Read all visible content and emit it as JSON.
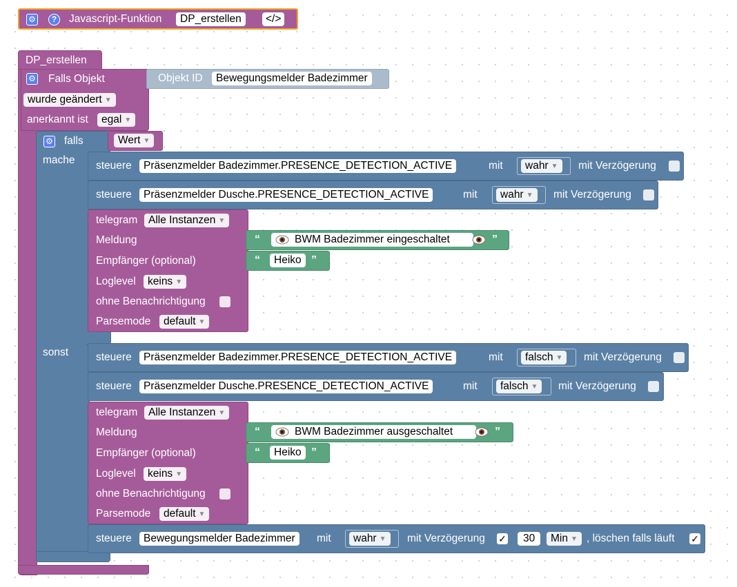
{
  "header": {
    "title": "Javascript-Funktion",
    "func_name": "DP_erstellen",
    "code_label": "</>"
  },
  "function": {
    "name": "DP_erstellen"
  },
  "trigger": {
    "label": "Falls Objekt",
    "object_id_label": "Objekt ID",
    "object_id_value": "Bewegungsmelder Badezimmer",
    "changed_dropdown": "wurde geändert",
    "ack_label": "anerkannt ist",
    "ack_dropdown": "egal"
  },
  "if_block": {
    "falls_label": "falls",
    "condition_dropdown": "Wert",
    "mache_label": "mache",
    "sonst_label": "sonst"
  },
  "then": {
    "control1": {
      "prefix": "steuere",
      "object": "Präsenzmelder Badezimmer.PRESENCE_DETECTION_ACTIVE",
      "with": "mit",
      "value": "wahr",
      "delay_label": "mit Verzögerung"
    },
    "control2": {
      "prefix": "steuere",
      "object": "Präsenzmelder Dusche.PRESENCE_DETECTION_ACTIVE",
      "with": "mit",
      "value": "wahr",
      "delay_label": "mit Verzögerung"
    },
    "telegram": {
      "label": "telegram",
      "instance": "Alle Instanzen",
      "message_label": "Meldung",
      "message_text": "BWM Badezimmer eingeschaltet",
      "recipient_label": "Empfänger (optional)",
      "recipient_value": "Heiko",
      "loglevel_label": "Loglevel",
      "loglevel_value": "keins",
      "silent_label": "ohne Benachrichtigung",
      "parsemode_label": "Parsemode",
      "parsemode_value": "default"
    }
  },
  "else": {
    "control1": {
      "prefix": "steuere",
      "object": "Präsenzmelder Badezimmer.PRESENCE_DETECTION_ACTIVE",
      "with": "mit",
      "value": "falsch",
      "delay_label": "mit Verzögerung"
    },
    "control2": {
      "prefix": "steuere",
      "object": "Präsenzmelder Dusche.PRESENCE_DETECTION_ACTIVE",
      "with": "mit",
      "value": "falsch",
      "delay_label": "mit Verzögerung"
    },
    "telegram": {
      "label": "telegram",
      "instance": "Alle Instanzen",
      "message_label": "Meldung",
      "message_text": "BWM Badezimmer ausgeschaltet",
      "recipient_label": "Empfänger (optional)",
      "recipient_value": "Heiko",
      "loglevel_label": "Loglevel",
      "loglevel_value": "keins",
      "silent_label": "ohne Benachrichtigung",
      "parsemode_label": "Parsemode",
      "parsemode_value": "default"
    },
    "control3": {
      "prefix": "steuere",
      "object": "Bewegungsmelder Badezimmer",
      "with": "mit",
      "value": "wahr",
      "delay_label": "mit Verzögerung",
      "delay_checked": "✓",
      "delay_amount": "30",
      "delay_unit": "Min",
      "clear_label": ", löschen falls läuft",
      "clear_checked": "✓"
    }
  },
  "colors": {
    "purple": "#a55b99",
    "blue": "#5b80a5",
    "green": "#5ba580",
    "light_blue": "#aabbcc",
    "header_orange": "#f5a623"
  },
  "icons": {
    "gear": "gear-icon",
    "help": "help-icon",
    "eye": "eye-icon"
  }
}
